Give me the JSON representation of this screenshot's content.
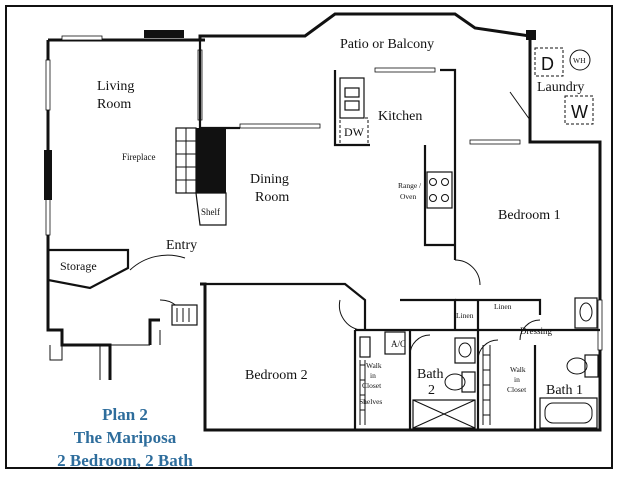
{
  "rooms": {
    "patio": "Patio or Balcony",
    "living_line1": "Living",
    "living_line2": "Room",
    "fireplace": "Fireplace",
    "shelf": "Shelf",
    "dining_line1": "Dining",
    "dining_line2": "Room",
    "kitchen": "Kitchen",
    "dw": "DW",
    "range_line1": "Range /",
    "range_line2": "Oven",
    "laundry": "Laundry",
    "dryer": "D",
    "water_heater": "WH",
    "washer": "W",
    "bedroom1": "Bedroom 1",
    "entry": "Entry",
    "storage": "Storage",
    "bedroom2": "Bedroom 2",
    "linen_a": "Linen",
    "linen_b": "Linen",
    "dressing": "Dressing",
    "ac": "A/C",
    "closet2_line1": "Walk",
    "closet2_line2": "in",
    "closet2_line3": "Closet",
    "closet2_line4": "Shelves",
    "bath2_line1": "Bath",
    "bath2_line2": "2",
    "closet1_line1": "Walk",
    "closet1_line2": "in",
    "closet1_line3": "Closet",
    "bath1": "Bath 1"
  },
  "caption": {
    "line1": "Plan 2",
    "line2": "The Mariposa",
    "line3": "2 Bedroom, 2 Bath"
  },
  "colors": {
    "caption": "#2e6d9c",
    "walls": "#111111",
    "background": "#ffffff"
  }
}
